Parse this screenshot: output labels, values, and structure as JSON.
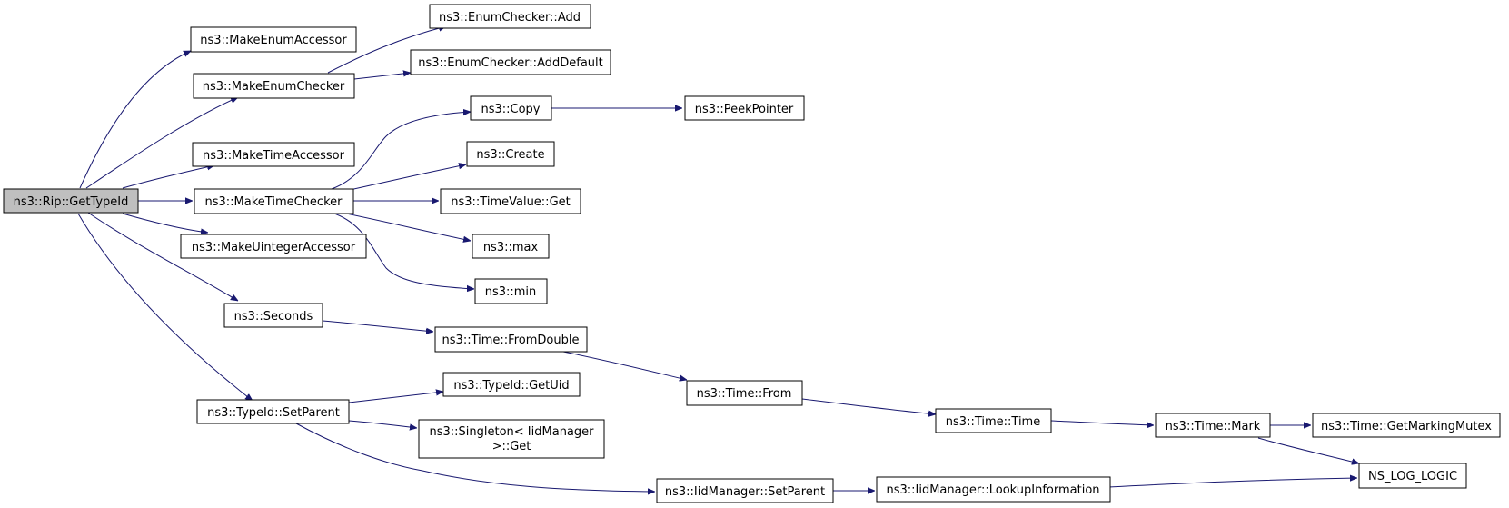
{
  "colors": {
    "edge": "#191970",
    "root_fill": "#bfbfbf",
    "node_fill": "#ffffff",
    "border": "#000000"
  },
  "nodes": {
    "root": "ns3::Rip::GetTypeId",
    "make_enum_accessor": "ns3::MakeEnumAccessor",
    "make_enum_checker": "ns3::MakeEnumChecker",
    "enum_checker_add": "ns3::EnumChecker::Add",
    "enum_checker_add_default": "ns3::EnumChecker::AddDefault",
    "make_time_accessor": "ns3::MakeTimeAccessor",
    "make_time_checker": "ns3::MakeTimeChecker",
    "copy": "ns3::Copy",
    "peek_pointer": "ns3::PeekPointer",
    "create": "ns3::Create",
    "time_value_get": "ns3::TimeValue::Get",
    "max": "ns3::max",
    "min": "ns3::min",
    "make_uinteger_accessor": "ns3::MakeUintegerAccessor",
    "seconds": "ns3::Seconds",
    "time_from_double": "ns3::Time::FromDouble",
    "time_from": "ns3::Time::From",
    "time_time": "ns3::Time::Time",
    "time_mark": "ns3::Time::Mark",
    "time_get_marking_mutex": "ns3::Time::GetMarkingMutex",
    "ns_log_logic": "NS_LOG_LOGIC",
    "typeid_set_parent": "ns3::TypeId::SetParent",
    "typeid_get_uid": "ns3::TypeId::GetUid",
    "singleton_get_line1": "ns3::Singleton< IidManager",
    "singleton_get_line2": ">::Get",
    "iid_manager_set_parent": "ns3::IidManager::SetParent",
    "iid_manager_lookup_information": "ns3::IidManager::LookupInformation"
  }
}
